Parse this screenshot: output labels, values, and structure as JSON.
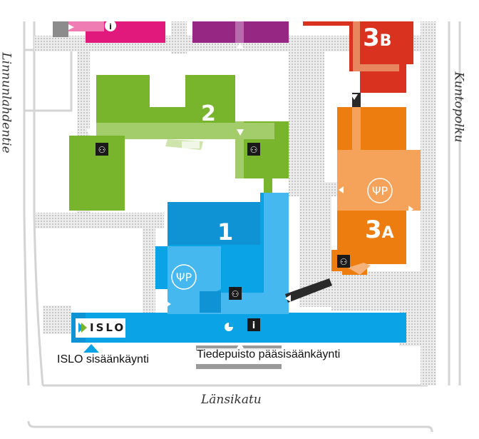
{
  "streets": {
    "left": "Linnunlahdentie",
    "right": "Kuntopolku",
    "bottom": "Länsikatu"
  },
  "buildings": [
    {
      "number": "1",
      "color": "#0AA3E6"
    },
    {
      "number": "2",
      "color": "#79B52C"
    },
    {
      "number": "3",
      "suffix": "A",
      "color": "#EE7D0F"
    },
    {
      "number": "3",
      "suffix": "B",
      "color": "#D9331F"
    }
  ],
  "other_buildings": {
    "magenta": "#E2197C",
    "purple": "#962782"
  },
  "entrances": {
    "islo": "ISLO sisäänkäynti",
    "tiedepuisto": "Tiedepuisto pääsisäänkäynti"
  },
  "logo": {
    "text": "ISLO"
  },
  "icons": [
    "info-icon",
    "restroom-icon",
    "restaurant-icon",
    "entrance-arrow-icon"
  ],
  "colors": {
    "path_gray": "#d0d0d0",
    "dotted_area": "#c8c8c8",
    "text": "#333333"
  }
}
